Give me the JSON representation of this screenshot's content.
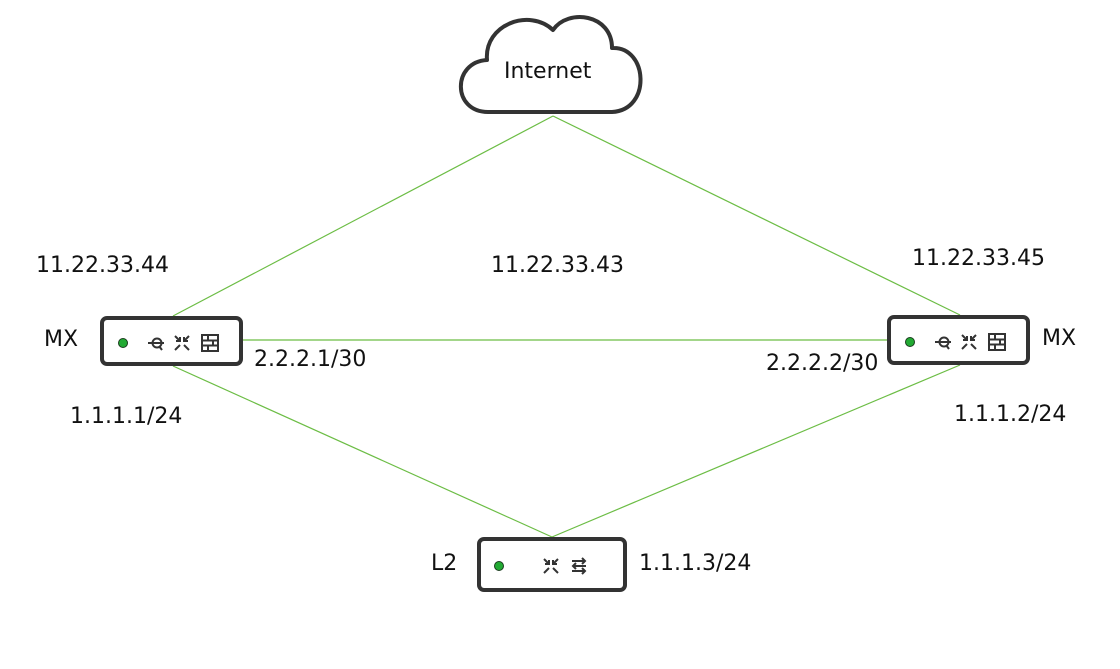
{
  "colors": {
    "link": "#6cbd45",
    "device_border": "#333333",
    "led": "#22aa33"
  },
  "cloud": {
    "label": "Internet"
  },
  "nodes": {
    "mx_left": {
      "name": "MX",
      "wan_ip": "11.22.33.44",
      "transit_ip": "2.2.2.1/30",
      "lan_ip": "1.1.1.1/24",
      "icons": [
        "vpn-icon",
        "switch-icon",
        "firewall-icon"
      ]
    },
    "mx_right": {
      "name": "MX",
      "wan_ip": "11.22.33.45",
      "transit_ip": "2.2.2.2/30",
      "lan_ip": "1.1.1.2/24",
      "icons": [
        "vpn-icon",
        "switch-icon",
        "firewall-icon"
      ]
    },
    "l2": {
      "name": "L2",
      "ip": "1.1.1.3/24",
      "icons": [
        "switch-icon",
        "vlan-icon"
      ]
    }
  },
  "virtual_ip": "11.22.33.43",
  "links": [
    {
      "from": "cloud",
      "to": "mx_left"
    },
    {
      "from": "cloud",
      "to": "mx_right"
    },
    {
      "from": "mx_left",
      "to": "mx_right"
    },
    {
      "from": "mx_left",
      "to": "l2"
    },
    {
      "from": "mx_right",
      "to": "l2"
    }
  ]
}
